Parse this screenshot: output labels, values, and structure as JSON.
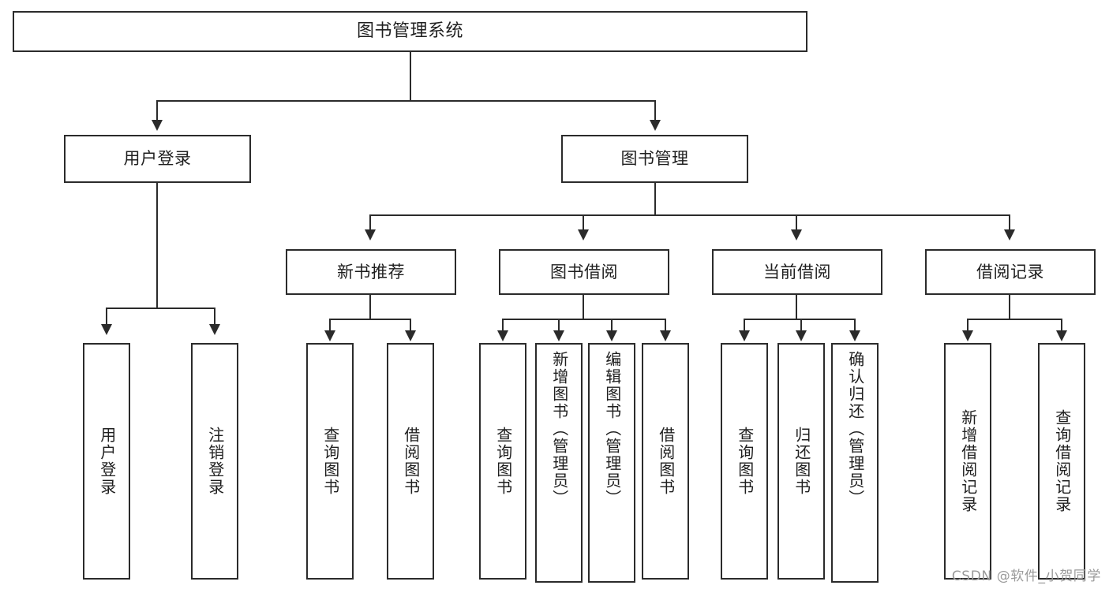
{
  "diagram": {
    "type": "tree",
    "title": "图书管理系统",
    "background_color": "#ffffff",
    "line_color": "#2b2b2b",
    "text_color": "#1f1f1f"
  },
  "nodes": {
    "root": {
      "label": "图书管理系统"
    },
    "level1": [
      {
        "id": "user-login",
        "label": "用户登录"
      },
      {
        "id": "book-manage",
        "label": "图书管理"
      }
    ],
    "level2": [
      {
        "id": "new-book-recommend",
        "label": "新书推荐"
      },
      {
        "id": "book-borrow",
        "label": "图书借阅"
      },
      {
        "id": "current-borrow",
        "label": "当前借阅"
      },
      {
        "id": "borrow-record",
        "label": "借阅记录"
      }
    ],
    "leaves": {
      "user_login": [
        {
          "id": "leaf-user-login",
          "label": "用户登录"
        },
        {
          "id": "leaf-logout-login",
          "label": "注销登录"
        }
      ],
      "new_book_recommend": [
        {
          "id": "leaf-query-book-1",
          "label": "查询图书"
        },
        {
          "id": "leaf-borrow-book-1",
          "label": "借阅图书"
        }
      ],
      "book_borrow": [
        {
          "id": "leaf-query-book-2",
          "label": "查询图书"
        },
        {
          "id": "leaf-add-book",
          "label": "新增图书（管理员）"
        },
        {
          "id": "leaf-edit-book",
          "label": "编辑图书（管理员）"
        },
        {
          "id": "leaf-borrow-book-2",
          "label": "借阅图书"
        }
      ],
      "current_borrow": [
        {
          "id": "leaf-query-book-3",
          "label": "查询图书"
        },
        {
          "id": "leaf-return-book",
          "label": "归还图书"
        },
        {
          "id": "leaf-confirm-return",
          "label": "确认归还（管理员）"
        }
      ],
      "borrow_record": [
        {
          "id": "leaf-add-record",
          "label": "新增借阅记录"
        },
        {
          "id": "leaf-query-record",
          "label": "查询借阅记录"
        }
      ]
    }
  },
  "watermark": {
    "text": "CSDN @软件_小贺同学"
  }
}
